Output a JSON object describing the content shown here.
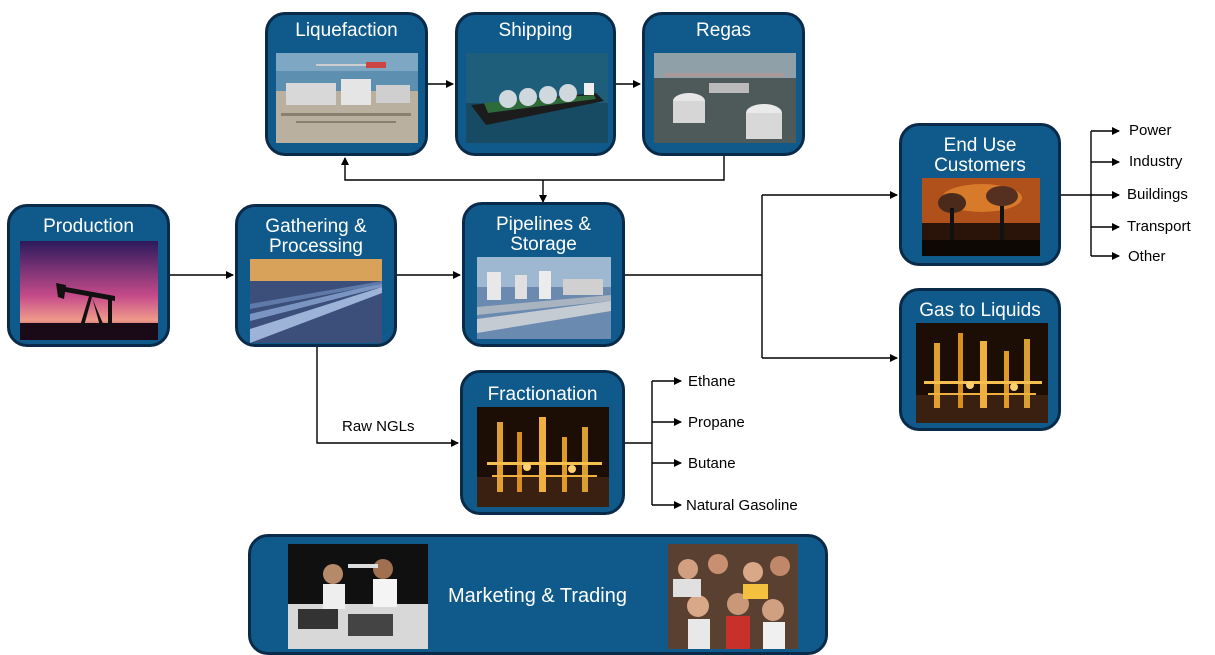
{
  "nodes": {
    "liquefaction": "Liquefaction",
    "shipping": "Shipping",
    "regas": "Regas",
    "production": "Production",
    "gathering": "Gathering &\nProcessing",
    "pipelines": "Pipelines &\nStorage",
    "end_use": "End Use\nCustomers",
    "gtl": "Gas to Liquids",
    "fractionation": "Fractionation",
    "marketing": "Marketing & Trading"
  },
  "edge_labels": {
    "raw_ngls": "Raw NGLs"
  },
  "end_uses": [
    "Power",
    "Industry",
    "Buildings",
    "Transport",
    "Other"
  ],
  "ngl_products": [
    "Ethane",
    "Propane",
    "Butane",
    "Natural Gasoline"
  ],
  "colors": {
    "box_fill": "#0f5a8a",
    "box_border": "#0a2a4a",
    "arrow": "#000000"
  }
}
